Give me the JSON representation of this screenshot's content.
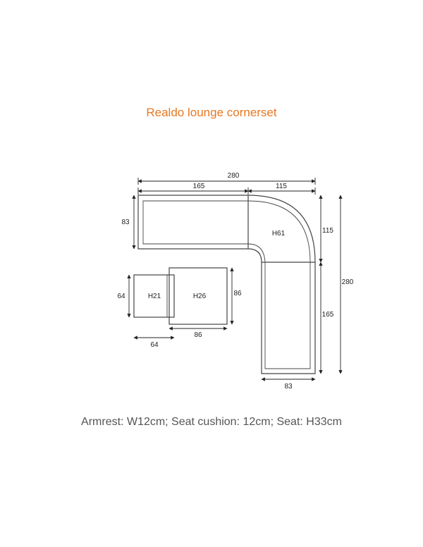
{
  "title": "Realdo lounge cornerset",
  "title_color": "#e87722",
  "footer": "Armrest: W12cm; Seat cushion: 12cm; Seat: H33cm",
  "modules": {
    "corner_height": "H61",
    "footstool_height": "H21",
    "table_height": "H26"
  },
  "dimensions": {
    "total_width": "280",
    "left_section_width": "165",
    "corner_width": "115",
    "left_depth": "83",
    "total_height": "280",
    "corner_depth": "115",
    "right_section_length": "165",
    "right_width": "83",
    "footstool_depth": "64",
    "footstool_width": "64",
    "table_depth": "86",
    "table_width": "86"
  }
}
